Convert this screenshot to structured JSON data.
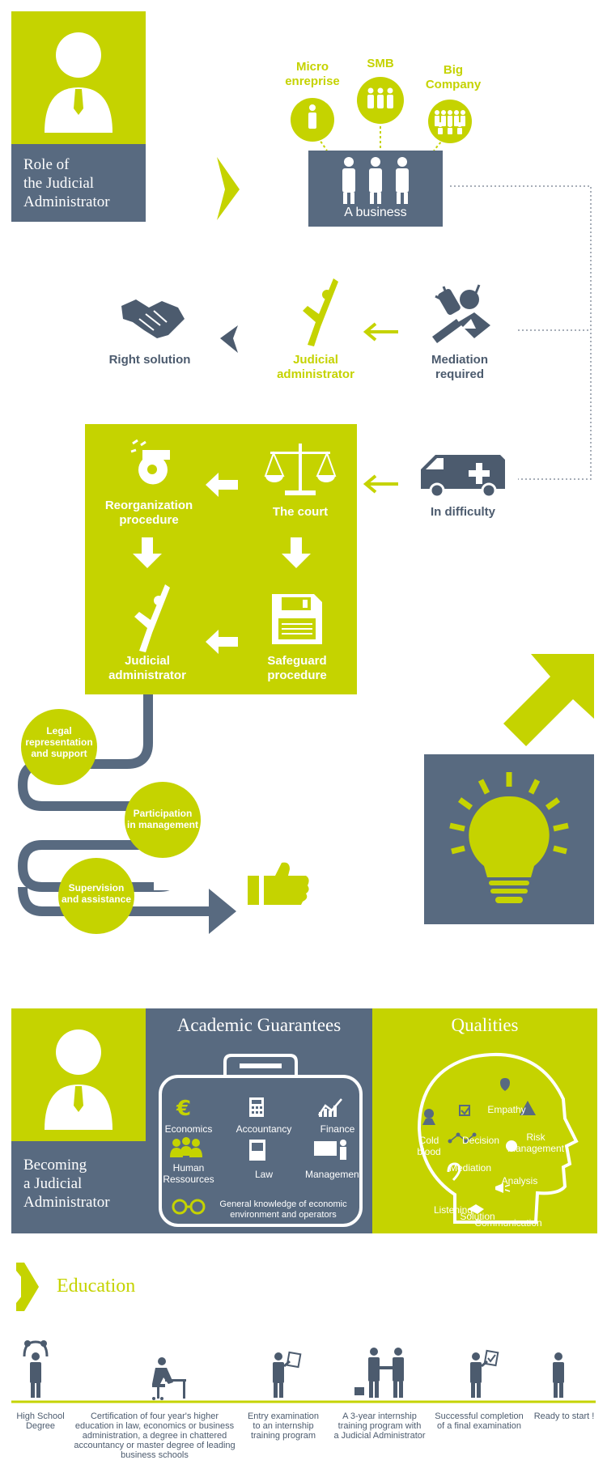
{
  "role": {
    "title_l1": "Role of",
    "title_l2": "the Judicial",
    "title_l3": "Administrator"
  },
  "business": {
    "micro_l1": "Micro",
    "micro_l2": "enreprise",
    "smb": "SMB",
    "big_l1": "Big",
    "big_l2": "Company",
    "label": "A business"
  },
  "flow": {
    "right_solution": "Right solution",
    "judicial_admin_l1": "Judicial",
    "judicial_admin_l2": "administrator",
    "mediation_l1": "Mediation",
    "mediation_l2": "required",
    "in_difficulty": "In difficulty"
  },
  "procedure": {
    "reorg_l1": "Reorganization",
    "reorg_l2": "procedure",
    "court": "The court",
    "judicial_l1": "Judicial",
    "judicial_l2": "administrator",
    "safeguard_l1": "Safeguard",
    "safeguard_l2": "procedure"
  },
  "missions": {
    "legal_l1": "Legal",
    "legal_l2": "representation",
    "legal_l3": "and support",
    "participation_l1": "Participation",
    "participation_l2": "in management",
    "supervision_l1": "Supervision",
    "supervision_l2": "and assistance"
  },
  "becoming": {
    "l1": "Becoming",
    "l2": "a Judicial",
    "l3": "Administrator"
  },
  "academic": {
    "title": "Academic Guarantees",
    "items": [
      "Economics",
      "Accountancy",
      "Finance",
      "Human",
      "Ressources",
      "Law",
      "Management"
    ],
    "general_l1": "General knowledge of economic",
    "general_l2": "environment and operators"
  },
  "qualities": {
    "title": "Qualities",
    "empathy": "Empathy",
    "cold_l1": "Cold",
    "cold_l2": "blood",
    "decision": "Decision",
    "risk_l1": "Risk",
    "risk_l2": "management",
    "mediation": "Mediation",
    "analysis": "Analysis",
    "listening": "Listening",
    "communication": "Communication",
    "solution": "Solution"
  },
  "education": {
    "title": "Education",
    "steps": [
      {
        "lines": [
          "High School",
          "Degree"
        ]
      },
      {
        "lines": [
          "Certification of four year's higher",
          "education in law, economics or business",
          "administration, a degree in chattered",
          "accountancy or master degree of leading",
          "business schools"
        ]
      },
      {
        "lines": [
          "Entry examination",
          "to an internship",
          "training program"
        ]
      },
      {
        "lines": [
          "A 3-year internship",
          "training program with",
          "a Judicial Administrator"
        ]
      },
      {
        "lines": [
          "Successful completion",
          "of a final examination"
        ]
      },
      {
        "lines": [
          "Ready to start !"
        ]
      }
    ]
  },
  "colors": {
    "lime": "#c5d300",
    "slate": "#586a80"
  }
}
